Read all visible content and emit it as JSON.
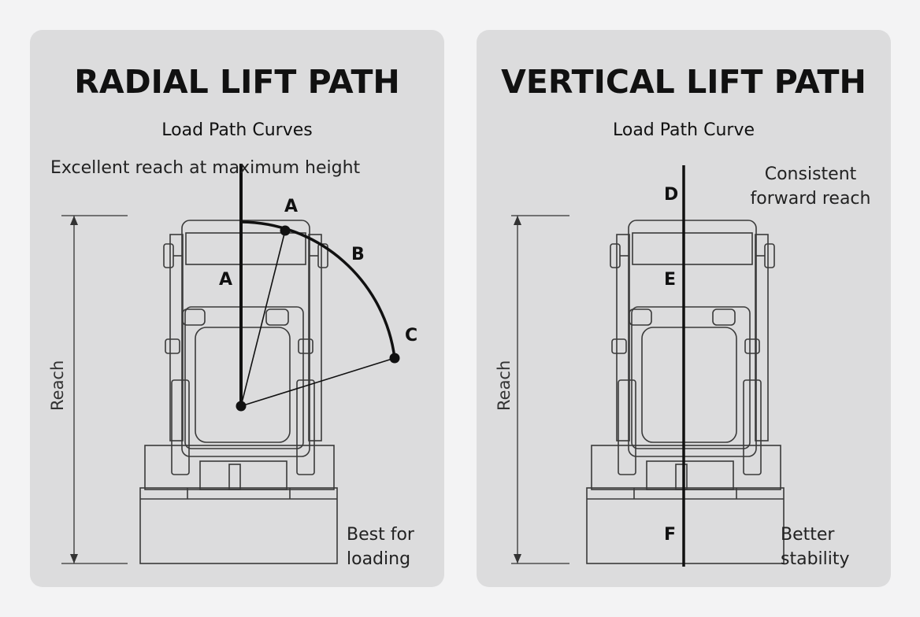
{
  "panels": [
    {
      "title": "RADIAL LIFT PATH",
      "subtitle": "Load Path Curves",
      "top_note": "Excellent reach at maximum height",
      "bottom_note": "Best for loading",
      "reach_label": "Reach",
      "points": [
        "A",
        "A",
        "B",
        "C"
      ]
    },
    {
      "title": "VERTICAL LIFT PATH",
      "subtitle": "Load Path Curve",
      "top_note": "Consistent forward reach",
      "bottom_note": "Better stability",
      "reach_label": "Reach",
      "points": [
        "D",
        "E",
        "F"
      ]
    }
  ],
  "colors": {
    "background": "#f3f3f4",
    "panel": "#dcdcdd",
    "ink": "#111111"
  }
}
